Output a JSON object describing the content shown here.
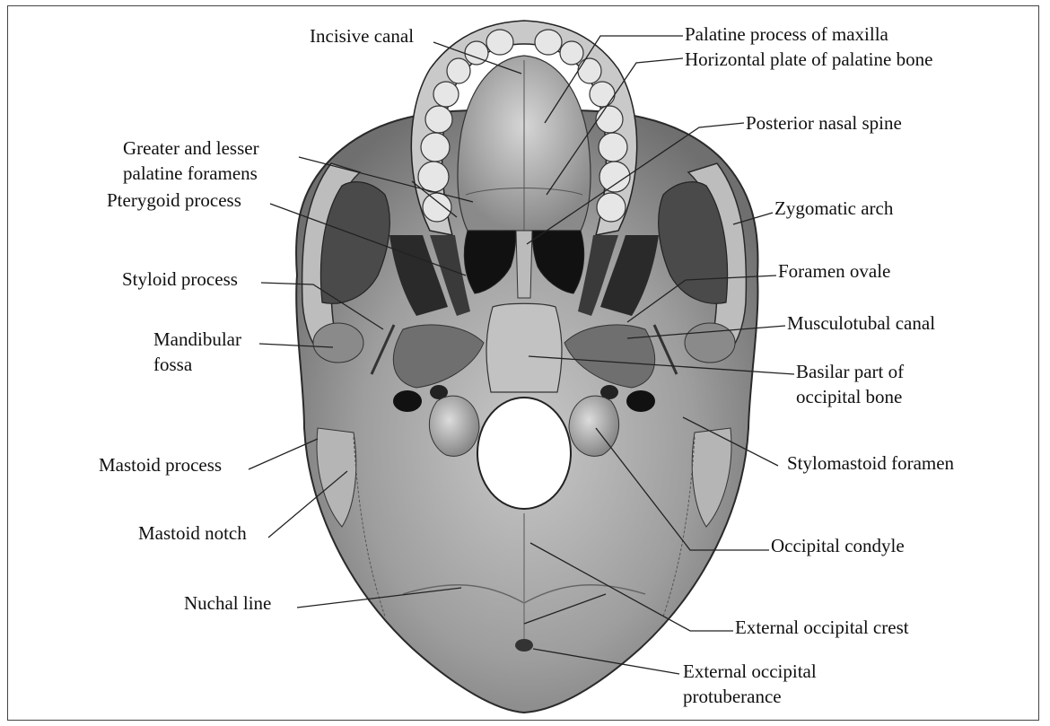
{
  "labels": {
    "incisive_canal": "Incisive canal",
    "palatine_process": "Palatine process of maxilla",
    "horizontal_plate": "Horizontal plate of palatine bone",
    "posterior_nasal_spine": "Posterior nasal spine",
    "greater_lesser_1": "Greater and lesser",
    "greater_lesser_2": "palatine foramens",
    "pterygoid_process": "Pterygoid process",
    "zygomatic_arch": "Zygomatic arch",
    "styloid_process": "Styloid process",
    "foramen_ovale": "Foramen ovale",
    "musculotubal_canal": "Musculotubal canal",
    "mandibular_1": "Mandibular",
    "mandibular_2": "fossa",
    "basilar_1": "Basilar part of",
    "basilar_2": "occipital bone",
    "mastoid_process": "Mastoid process",
    "stylomastoid_foramen": "Stylomastoid foramen",
    "mastoid_notch": "Mastoid notch",
    "occipital_condyle": "Occipital condyle",
    "nuchal_line": "Nuchal line",
    "external_occipital_crest": "External occipital crest",
    "external_occipital_protuberance_1": "External occipital",
    "external_occipital_protuberance_2": "protuberance"
  },
  "colors": {
    "bone_light": "#d9d9d9",
    "bone_mid": "#9a9a9a",
    "bone_dark": "#3a3a3a",
    "cavity": "#111111",
    "line": "#222222"
  }
}
